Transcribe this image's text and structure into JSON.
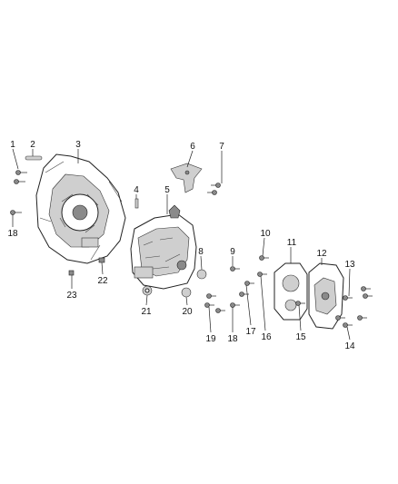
{
  "callouts": [
    {
      "label": "1"
    },
    {
      "label": "2"
    },
    {
      "label": "3"
    },
    {
      "label": "4"
    },
    {
      "label": "5"
    },
    {
      "label": "6"
    },
    {
      "label": "7"
    },
    {
      "label": "8"
    },
    {
      "label": "9"
    },
    {
      "label": "10"
    },
    {
      "label": "11"
    },
    {
      "label": "12"
    },
    {
      "label": "13"
    },
    {
      "label": "14"
    },
    {
      "label": "15"
    },
    {
      "label": "16"
    },
    {
      "label": "17"
    },
    {
      "label": "18"
    },
    {
      "label": "18"
    },
    {
      "label": "19"
    },
    {
      "label": "20"
    },
    {
      "label": "21"
    },
    {
      "label": "22"
    },
    {
      "label": "23"
    }
  ]
}
